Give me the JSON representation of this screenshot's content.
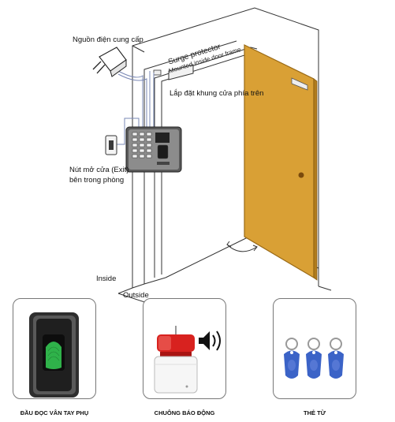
{
  "labels": {
    "power": "Nguồn điện cung cấp",
    "surge": "Surge protector",
    "mounted": "Mounted inside door frame",
    "frame_install": "Lắp đặt khung cửa phía trên",
    "exit_line1": "Nút mở cửa (Exit)",
    "exit_line2": "bên trong phòng",
    "inside": "Inside",
    "outside": "Outside"
  },
  "accessories": [
    {
      "caption": "ĐẦU ĐỌC VÂN TAY PHỤ",
      "icon": "fingerprint-reader-icon"
    },
    {
      "caption": "CHUÔNG BÁO ĐỘNG",
      "icon": "alarm-siren-icon"
    },
    {
      "caption": "THẺ TỪ",
      "icon": "rfid-keyfob-icon"
    }
  ],
  "colors": {
    "door": "#d9a035",
    "door_edge": "#9a6a16",
    "wall": "#ffffff",
    "siren_red": "#d8221f",
    "fob_blue": "#3b63c7",
    "fingerprint_green": "#2fb24a"
  }
}
